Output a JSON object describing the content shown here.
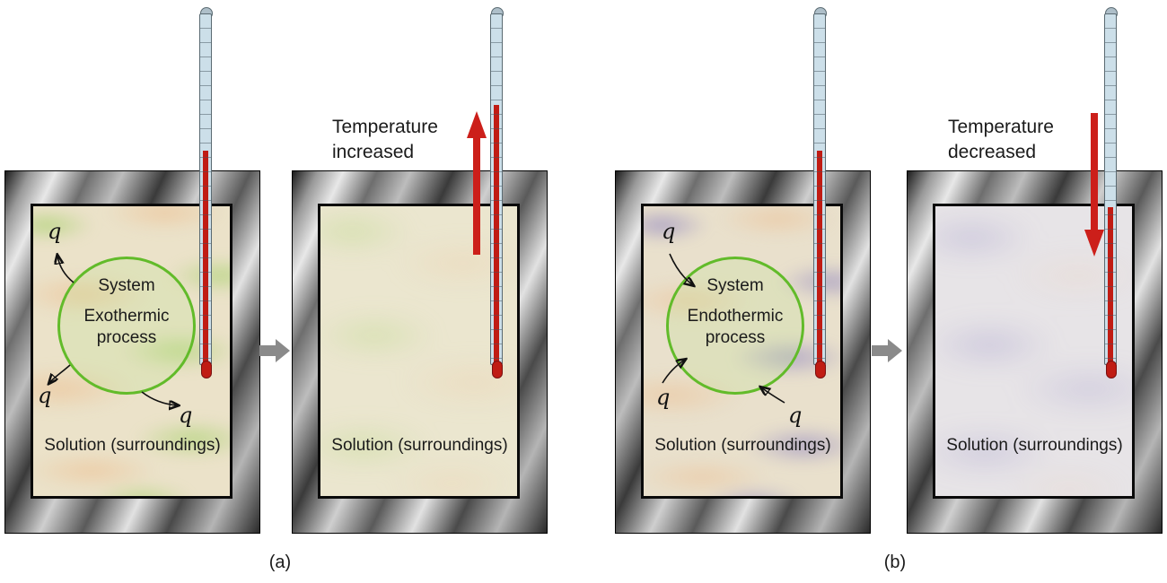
{
  "figure": {
    "panel_a": {
      "label": "(a)",
      "before": {
        "system_label": "System",
        "process_label": "Exothermic process",
        "q_symbol": "q",
        "solution_label": "Solution (surroundings)"
      },
      "after": {
        "temperature_note": "Temperature increased",
        "solution_label": "Solution (surroundings)"
      }
    },
    "panel_b": {
      "label": "(b)",
      "before": {
        "system_label": "System",
        "process_label": "Endothermic process",
        "q_symbol": "q",
        "solution_label": "Solution (surroundings)"
      },
      "after": {
        "temperature_note": "Temperature decreased",
        "solution_label": "Solution (surroundings)"
      }
    }
  },
  "colors": {
    "mercury_red": "#c01c14",
    "accent_red": "#cc1f1a",
    "circle_green": "#62bb2a",
    "transition_gray": "#8a8a8a",
    "thermometer_glass": "#ccdfe9",
    "solution_exo_base": "#ebe2c9",
    "solution_exo_after_base": "#ebe6cf",
    "solution_endo_base": "#e9e0cc",
    "solution_endo_after_base": "#e7e4e7",
    "ink": "#1a1a1a"
  }
}
